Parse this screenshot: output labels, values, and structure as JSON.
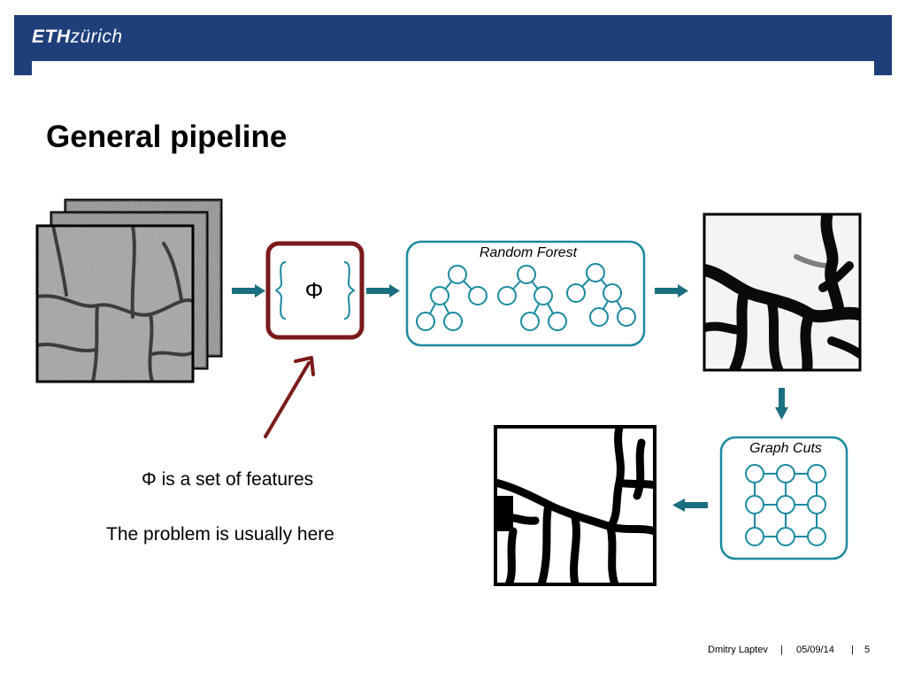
{
  "header": {
    "logo_eth": "ETH",
    "logo_zurich": "zürich",
    "bar_color": "#1f3f7a"
  },
  "slide": {
    "title": "General pipeline",
    "phi_symbol": "Φ",
    "random_forest_label": "Random Forest",
    "graph_cuts_label": "Graph Cuts",
    "caption_line1": "Φ is a set of features",
    "caption_line2": "The problem is usually here"
  },
  "colors": {
    "teal": "#1a7a8c",
    "dark_red": "#7a1a1a",
    "node_outline": "#1a8aa0"
  },
  "footer": {
    "author": "Dmitry Laptev",
    "date": "05/09/14",
    "page": "5"
  }
}
